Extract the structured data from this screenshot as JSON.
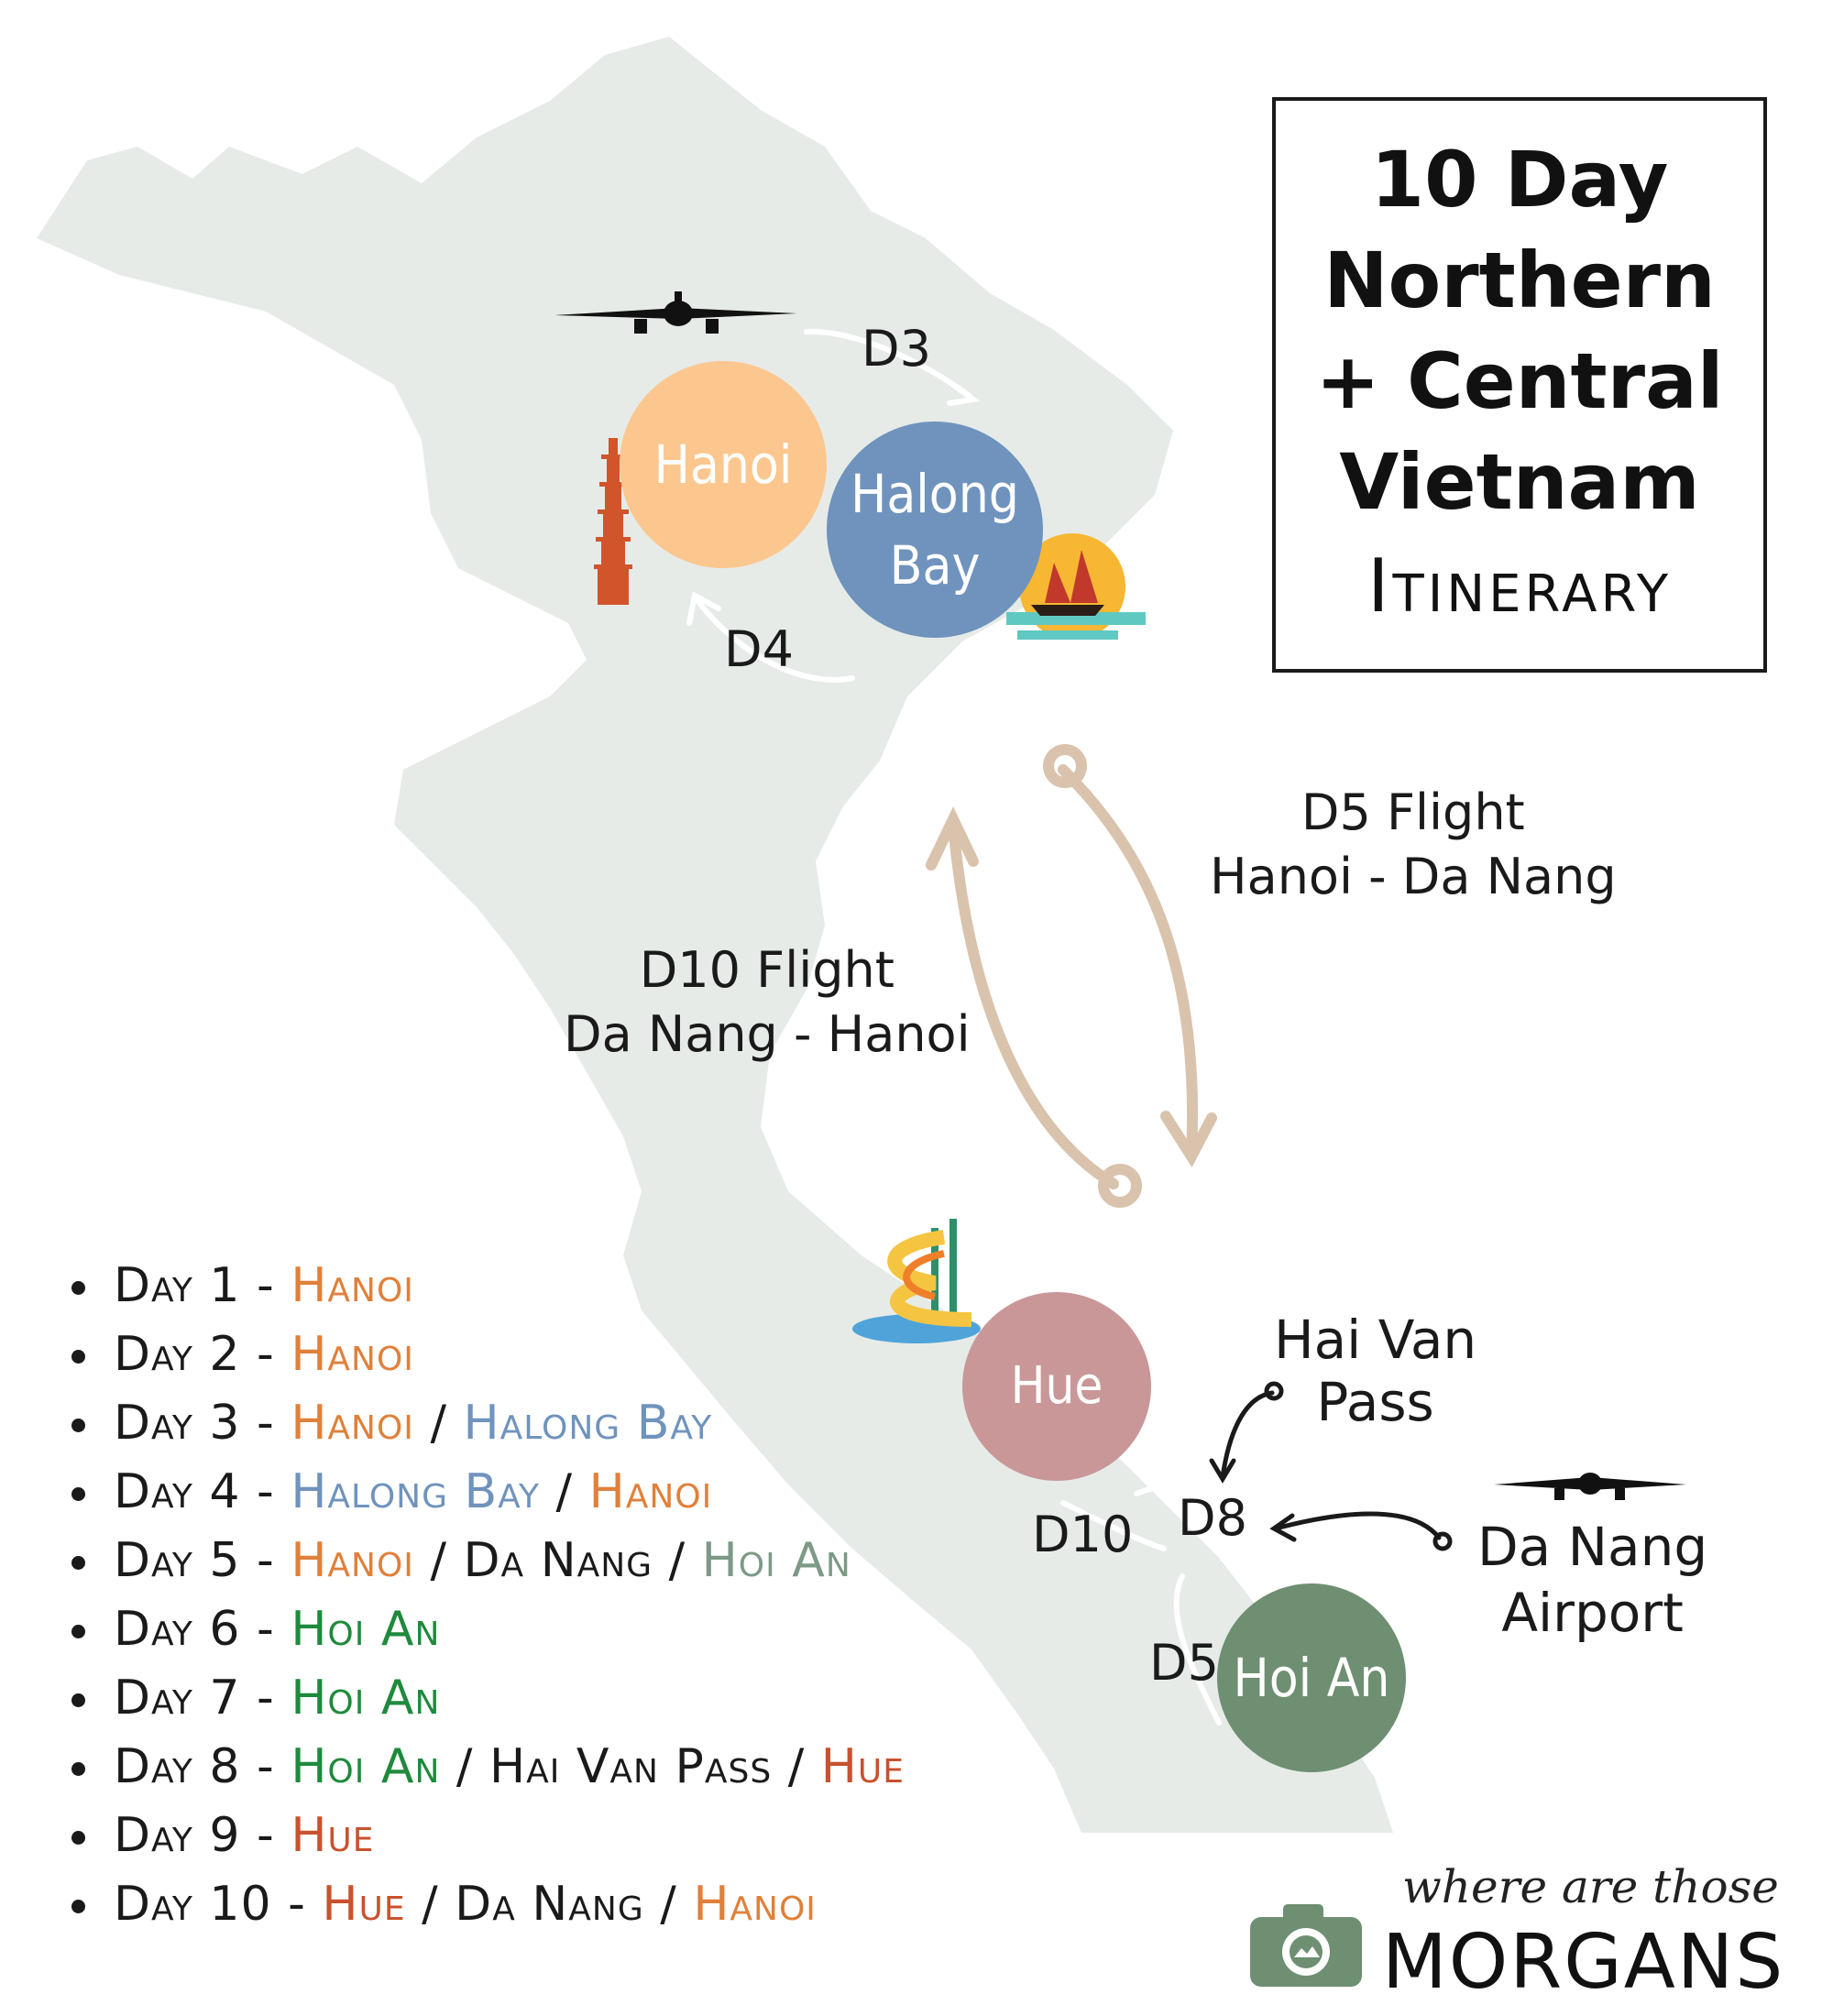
{
  "title": {
    "lines": [
      "10 Day",
      "Northern",
      "+ Central",
      "Vietnam"
    ],
    "subtitle": "Itinerary"
  },
  "cities": {
    "hanoi": "Hanoi",
    "halong_line1": "Halong",
    "halong_line2": "Bay",
    "hue": "Hue",
    "hoian": "Hoi An"
  },
  "map_labels": {
    "d3": "D3",
    "d4": "D4",
    "d5_flight_line1": "D5 Flight",
    "d5_flight_line2": "Hanoi - Da Nang",
    "d10_flight_line1": "D10 Flight",
    "d10_flight_line2": "Da Nang - Hanoi",
    "hai_van_line1": "Hai Van",
    "hai_van_line2": "Pass",
    "d8": "D8",
    "d10": "D10",
    "d5": "D5",
    "da_nang_line1": "Da Nang",
    "da_nang_line2": "Airport"
  },
  "itinerary": [
    {
      "day": "Day 1 - ",
      "parts": [
        {
          "text": "Hanoi",
          "color": "#e0803a"
        }
      ]
    },
    {
      "day": "Day 2 - ",
      "parts": [
        {
          "text": "Hanoi",
          "color": "#e0803a"
        }
      ]
    },
    {
      "day": "Day 3 - ",
      "parts": [
        {
          "text": "Hanoi",
          "color": "#e0803a"
        },
        {
          "text": " / ",
          "color": "#1a1a1a"
        },
        {
          "text": "Halong Bay",
          "color": "#6f93bd"
        }
      ]
    },
    {
      "day": "Day 4 - ",
      "parts": [
        {
          "text": "Halong Bay",
          "color": "#6f93bd"
        },
        {
          "text": " / ",
          "color": "#1a1a1a"
        },
        {
          "text": "Hanoi",
          "color": "#e0803a"
        }
      ]
    },
    {
      "day": "Day 5 - ",
      "parts": [
        {
          "text": "Hanoi",
          "color": "#e0803a"
        },
        {
          "text": " / Da Nang / ",
          "color": "#1a1a1a"
        },
        {
          "text": "Hoi An",
          "color": "#7c9a86"
        }
      ]
    },
    {
      "day": "Day 6 - ",
      "parts": [
        {
          "text": "Hoi An",
          "color": "#1e8a3c"
        }
      ]
    },
    {
      "day": "Day 7 - ",
      "parts": [
        {
          "text": "Hoi An",
          "color": "#1e8a3c"
        }
      ]
    },
    {
      "day": "Day 8 - ",
      "parts": [
        {
          "text": "Hoi An",
          "color": "#1e8a3c"
        },
        {
          "text": " / Hai Van Pass / ",
          "color": "#1a1a1a"
        },
        {
          "text": "Hue",
          "color": "#c8522e"
        }
      ]
    },
    {
      "day": "Day 9 - ",
      "parts": [
        {
          "text": "Hue",
          "color": "#c8522e"
        }
      ]
    },
    {
      "day": "Day 10 - ",
      "parts": [
        {
          "text": "Hue",
          "color": "#c8522e"
        },
        {
          "text": " / Da Nang / ",
          "color": "#1a1a1a"
        },
        {
          "text": "Hanoi",
          "color": "#e0803a"
        }
      ]
    }
  ],
  "logo": {
    "script": "where are those",
    "word": "MORGANS"
  },
  "colors": {
    "land": "#e6ebe8",
    "arrow": "#d9c3ad",
    "hanoi": "#fcc78f",
    "halong": "#6f93bd",
    "hue": "#c99798",
    "hoian": "#6e8f72",
    "logo_green": "#6e8f72"
  },
  "icons": [
    "airplane-icon",
    "pagoda-icon",
    "junk-boat-icon",
    "water-slide-icon",
    "camera-icon",
    "globe-icon"
  ]
}
